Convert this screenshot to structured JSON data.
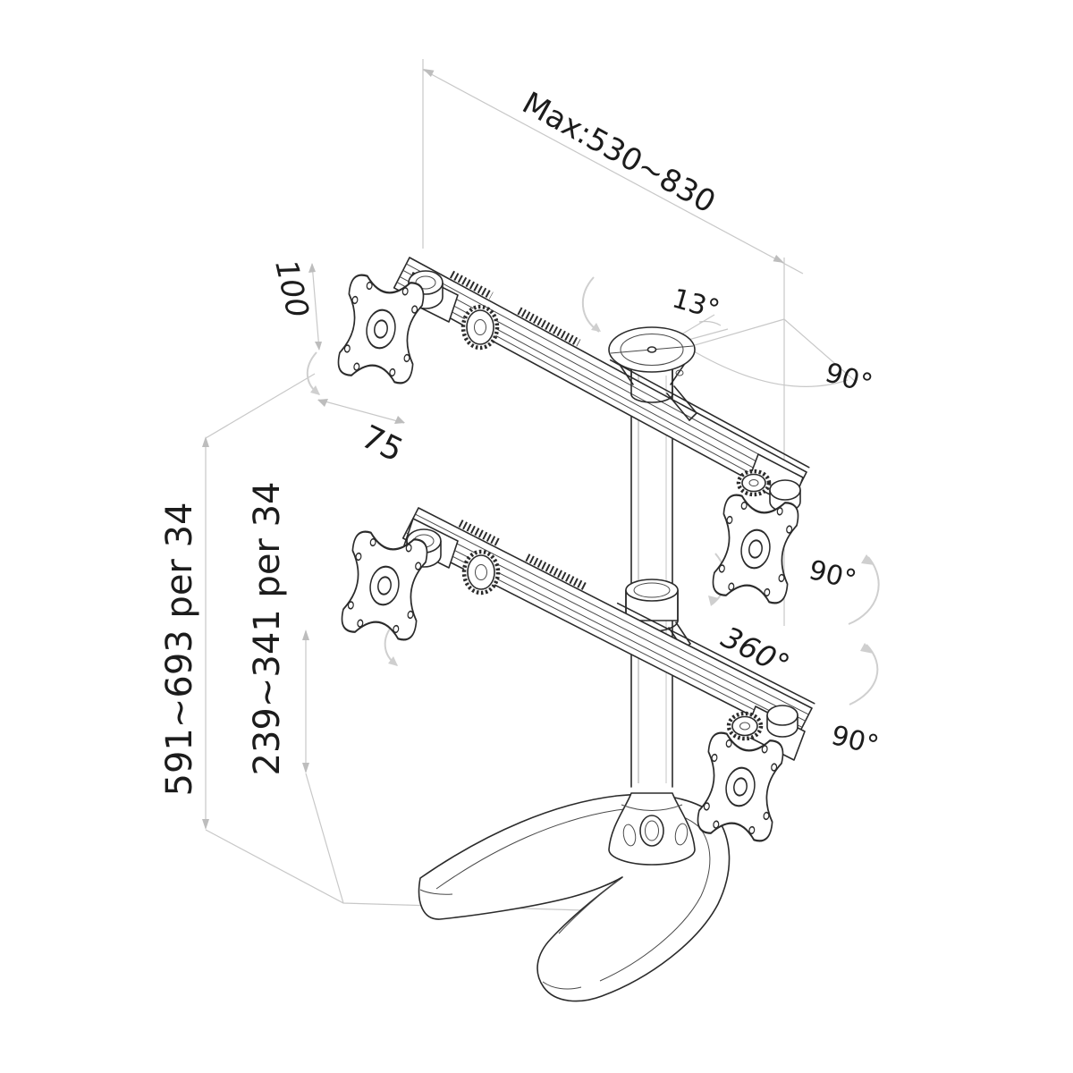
{
  "diagram": {
    "colors": {
      "ink": "#2b2b2b",
      "construction": "#c8c8c8",
      "background": "#ffffff"
    },
    "annotations": {
      "max_width": "Max:530~830",
      "vesa_height": "100",
      "vesa_width": "75",
      "tilt_angle": "13°",
      "swivel_top": "90°",
      "swivel_mid": "90°",
      "rotation": "360°",
      "swivel_bottom": "90°",
      "height_range_total": "591~693 per 34",
      "height_range_lower": "239~341 per 34"
    }
  }
}
